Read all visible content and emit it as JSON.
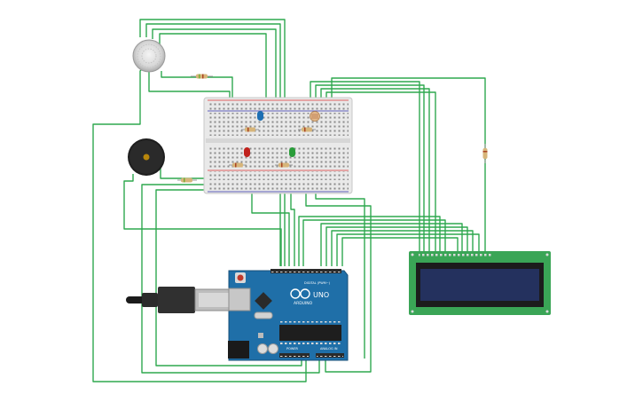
{
  "canvas": {
    "wire_color": "#2fa84f",
    "background": "#ffffff"
  },
  "components": {
    "arduino": {
      "brand": "ARDUINO",
      "model": "UNO",
      "label_digital": "DIGITAL (PWM~)",
      "label_power": "POWER",
      "label_analog": "ANALOG IN",
      "board_color": "#1f6fa8"
    },
    "lcd": {
      "pcb_color": "#3aa556",
      "screen_color": "#24315e"
    },
    "leds": [
      {
        "name": "blue",
        "color": "#1d6fb3"
      },
      {
        "name": "red",
        "color": "#c0221d"
      },
      {
        "name": "green",
        "color": "#2a9d3a"
      }
    ],
    "sensors": {
      "gas_sensor": "gas-sensor",
      "photoresistor": "photoresistor",
      "piezo": "piezo-buzzer"
    },
    "usb": {
      "plug": "usb-b-connector"
    }
  }
}
